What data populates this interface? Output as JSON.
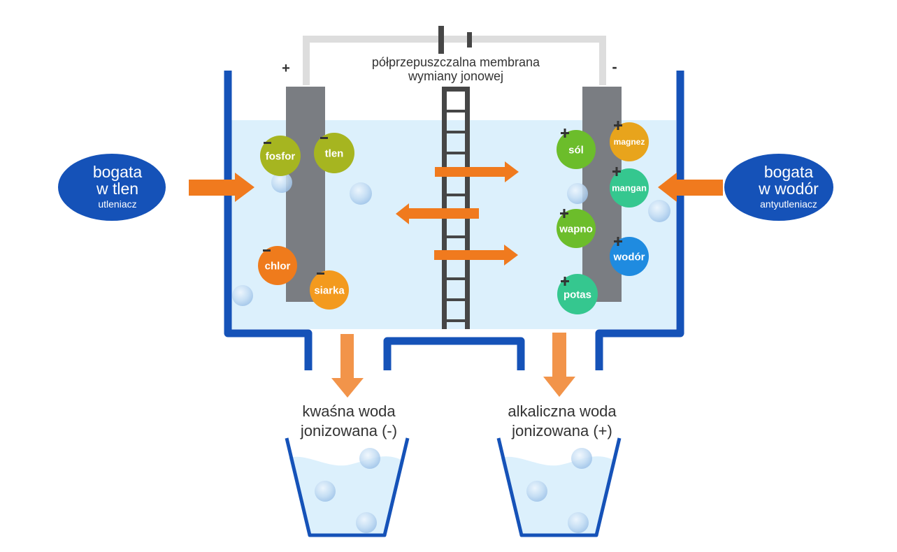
{
  "colors": {
    "tank_wall": "#1552b8",
    "water": "#dcf0fc",
    "electrode": "#7a7d82",
    "wire": "#dddddd",
    "membrane": "#464646",
    "arrow_orange": "#f07a1e",
    "arrow_down": "#f2944a",
    "oval": "#1552b8",
    "bubble": "#b9d6f2"
  },
  "battery": {
    "plus_label": "+",
    "minus_label": "-"
  },
  "membrane": {
    "label_line1": "półprzepuszczalna membrana",
    "label_line2": "wymiany jonowej"
  },
  "left_source": {
    "line1": "bogata",
    "line2": "w tlen",
    "line3": "utleniacz"
  },
  "right_source": {
    "line1": "bogata",
    "line2": "w wodór",
    "line3": "antyutleniacz"
  },
  "anode_ions": [
    {
      "name": "fosfor",
      "charge": "-",
      "color": "#a6b520"
    },
    {
      "name": "tlen",
      "charge": "-",
      "color": "#a6b520"
    },
    {
      "name": "chlor",
      "charge": "-",
      "color": "#ef7b1c"
    },
    {
      "name": "siarka",
      "charge": "-",
      "color": "#f39a1e"
    }
  ],
  "cathode_ions": [
    {
      "name": "sól",
      "charge": "+",
      "color": "#6cbd2b"
    },
    {
      "name": "magnez",
      "charge": "+",
      "color": "#e8a41c"
    },
    {
      "name": "mangan",
      "charge": "+",
      "color": "#35c78f"
    },
    {
      "name": "wapno",
      "charge": "+",
      "color": "#6cbd2b"
    },
    {
      "name": "wodór",
      "charge": "+",
      "color": "#1f8be0"
    },
    {
      "name": "potas",
      "charge": "+",
      "color": "#35c78f"
    }
  ],
  "outputs": {
    "acidic_line1": "kwaśna woda",
    "acidic_line2": "jonizowana (-)",
    "alkaline_line1": "alkaliczna woda",
    "alkaline_line2": "jonizowana (+)"
  }
}
